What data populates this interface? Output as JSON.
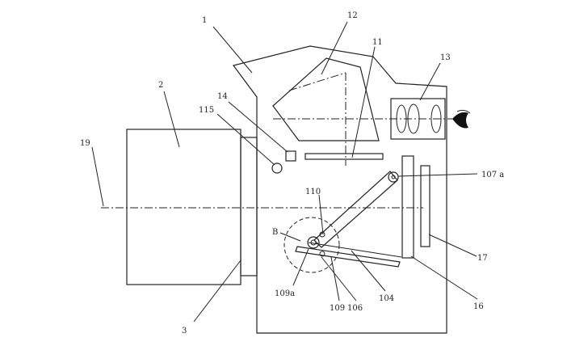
{
  "labels": {
    "l1": "1",
    "l2": "2",
    "l3": "3",
    "l11": "11",
    "l12": "12",
    "l13": "13",
    "l14": "14",
    "l16": "16",
    "l17": "17",
    "l19": "19",
    "l104": "104",
    "l106": "106",
    "l109": "109",
    "l109a": "109a",
    "l110": "110",
    "l115": "115",
    "l107a": "107 a",
    "lB": "B"
  }
}
